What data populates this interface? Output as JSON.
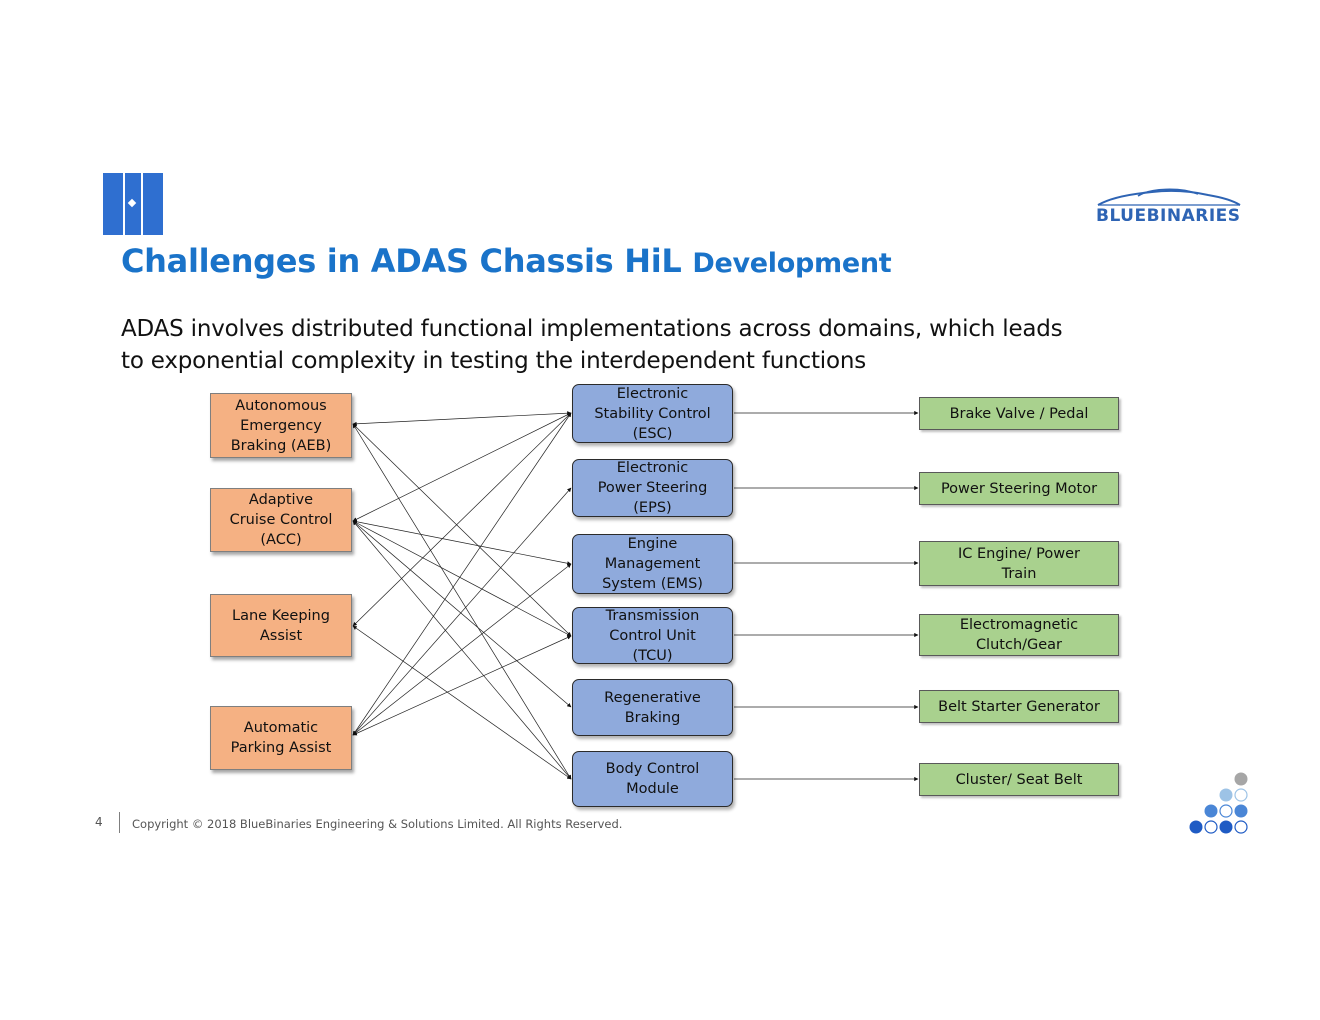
{
  "logo": {
    "text": "BLUEBINARIES"
  },
  "title": {
    "main": "Challenges in ADAS Chassis HiL",
    "tail": "Development"
  },
  "subtitle": {
    "line1": "ADAS involves distributed functional implementations across domains, which leads",
    "line2": "to exponential complexity in testing the interdependent functions"
  },
  "diagram": {
    "adas_functions": [
      "Autonomous\nEmergency\nBraking (AEB)",
      "Adaptive\nCruise Control\n(ACC)",
      "Lane Keeping\nAssist",
      "Automatic\nParking Assist"
    ],
    "ecus": [
      "Electronic\nStability Control\n(ESC)",
      "Electronic\nPower Steering\n(EPS)",
      "Engine\nManagement\nSystem (EMS)",
      "Transmission\nControl Unit\n(TCU)",
      "Regenerative\nBraking",
      "Body Control\nModule"
    ],
    "actuators": [
      "Brake Valve / Pedal",
      "Power Steering Motor",
      "IC Engine/ Power\nTrain",
      "Electromagnetic\nClutch/Gear",
      "Belt Starter Generator",
      "Cluster/ Seat Belt"
    ]
  },
  "footer": {
    "page_number": "4",
    "copyright": "Copyright © 2018 BlueBinaries Engineering & Solutions Limited. All Rights Reserved."
  },
  "colors": {
    "title_blue": "#1a73c9",
    "accent_blue": "#2f6fd0",
    "adas_fill": "#f5b183",
    "ecu_fill": "#8faadc",
    "actuator_fill": "#a9d18e"
  }
}
